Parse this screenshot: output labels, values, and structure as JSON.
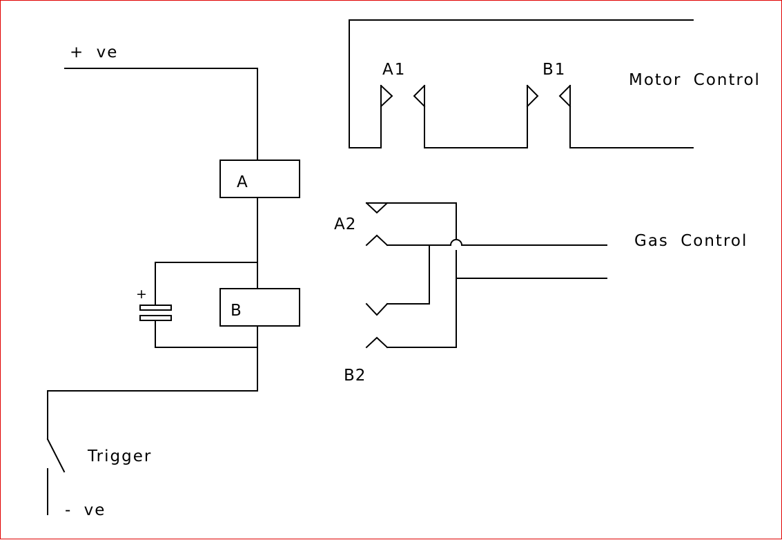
{
  "labels": {
    "positive": "+ ve",
    "negative": "- ve",
    "trigger": "Trigger",
    "relay_a": "A",
    "relay_b": "B",
    "capacitor_polarity": "+",
    "contact_a1": "A1",
    "contact_b1": "B1",
    "contact_a2": "A2",
    "contact_b2": "B2",
    "motor_control": "Motor Control",
    "gas_control": "Gas Control"
  },
  "colors": {
    "wire": "#000000",
    "border": "#e00000",
    "background": "#ffffff"
  }
}
